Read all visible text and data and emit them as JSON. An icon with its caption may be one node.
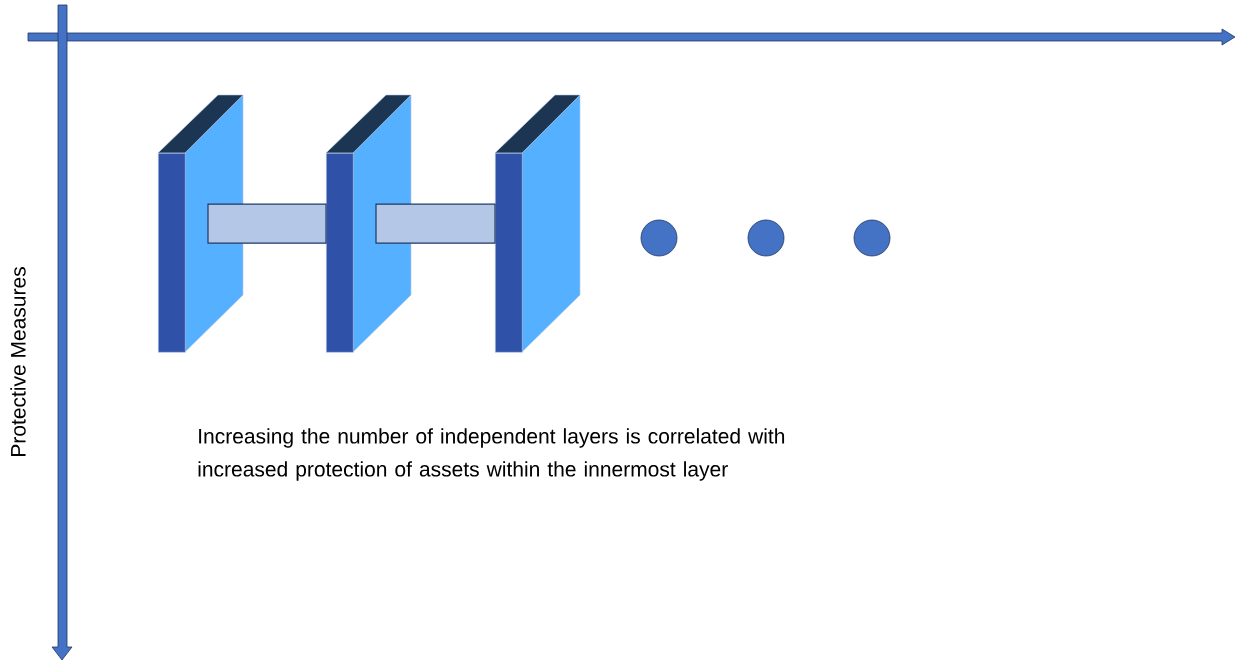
{
  "diagram": {
    "nodes": [
      {
        "text": [],
        "shape": "box"
      },
      {
        "text": [],
        "shape": "box"
      },
      {
        "text": [],
        "shape": "box"
      },
      {
        "text": [],
        "shape": "circle"
      },
      {
        "text": [],
        "shape": "circle"
      },
      {
        "text": [],
        "shape": "circle"
      }
    ],
    "edges": [
      {
        "from": 0,
        "to": 1,
        "arrow": "none",
        "style": "thick"
      },
      {
        "from": 1,
        "to": 2,
        "arrow": "none",
        "style": "thick"
      }
    ],
    "labels": [
      "Protective  Measures",
      "Increasing the number of independent layers is correlated with increased protection of assets within the innermost layer"
    ]
  }
}
